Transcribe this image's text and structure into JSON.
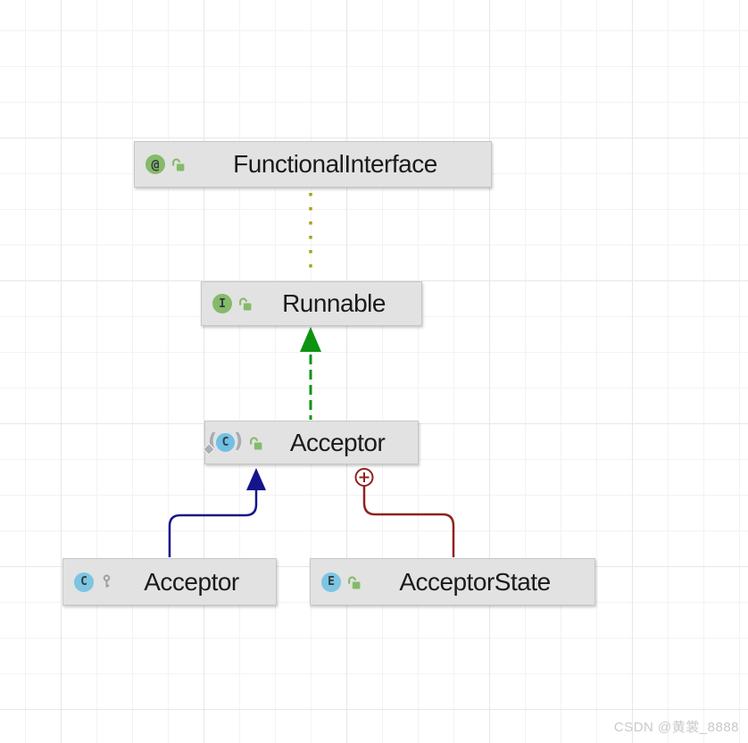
{
  "watermark": {
    "text": "CSDN @黄裳_8888"
  },
  "icon_glyphs": {
    "annotation": "@",
    "interface": "I",
    "class": "C",
    "enum": "E",
    "anonymous_class": "C",
    "paren_left": "(",
    "paren_right": ")"
  },
  "colors": {
    "edge_annotation_dotted": "#a6a519",
    "edge_implements": "#0c9310",
    "edge_extends": "#14148c",
    "edge_inner_class": "#8f231c",
    "node_background": "#e2e2e2",
    "icon_green": "#85ba6a",
    "icon_blue": "#7cc5e3",
    "lock_green": "#85ba6a",
    "key_gray": "#9a9fa3"
  },
  "nodes": [
    {
      "label": "FunctionalInterface",
      "type": "annotation",
      "visibility_icon": "public-open-lock"
    },
    {
      "label": "Runnable",
      "type": "interface",
      "visibility_icon": "public-open-lock"
    },
    {
      "label": "Acceptor",
      "type": "anonymous-class",
      "visibility_icon": "public-open-lock"
    },
    {
      "label": "Acceptor",
      "type": "class",
      "visibility_icon": "package-private-key"
    },
    {
      "label": "AcceptorState",
      "type": "enum",
      "visibility_icon": "public-open-lock"
    }
  ],
  "edges": [
    {
      "from": "Runnable",
      "to": "FunctionalInterface",
      "kind": "annotated-by (dotted)"
    },
    {
      "from": "Acceptor",
      "to": "Runnable",
      "kind": "implements (dashed arrow)"
    },
    {
      "from": "Acceptor (inner)",
      "to": "Acceptor",
      "kind": "extends (solid arrow)"
    },
    {
      "from": "AcceptorState",
      "to": "Acceptor",
      "kind": "inner-class (circle-plus)"
    }
  ]
}
